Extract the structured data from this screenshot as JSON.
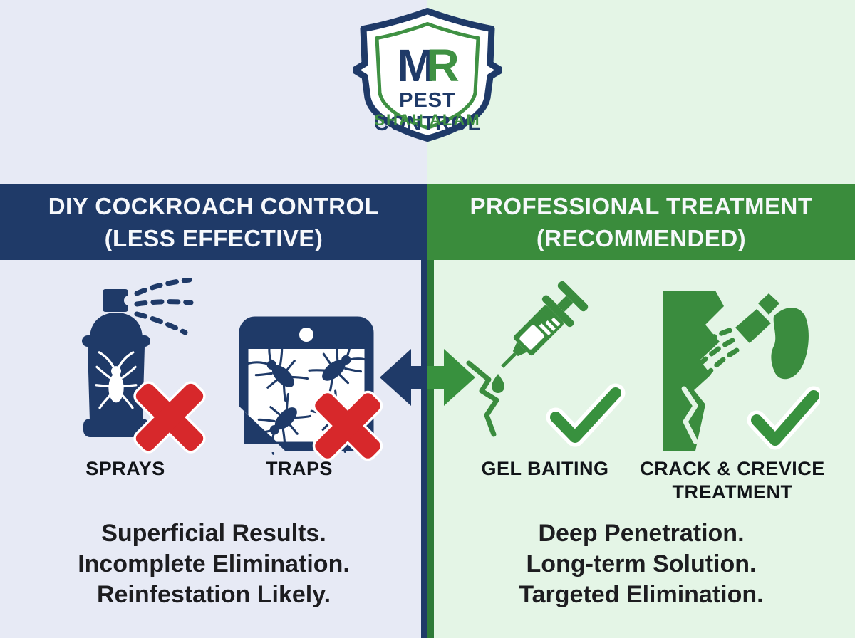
{
  "logo": {
    "monogram": {
      "m": "M",
      "r": "R"
    },
    "name": "PEST CONTROL",
    "location": "SHAH ALAM",
    "icon": "shield-badge-icon"
  },
  "columns": {
    "left": {
      "header": {
        "line1": "DIY COCKROACH CONTROL",
        "line2": "(LESS EFFECTIVE)"
      },
      "items": [
        {
          "label": "SPRAYS",
          "icon": "spray-can-icon",
          "verdict": "rejected",
          "verdict_icon": "red-x-icon"
        },
        {
          "label": "TRAPS",
          "icon": "glue-trap-icon",
          "verdict": "rejected",
          "verdict_icon": "red-x-icon"
        }
      ],
      "summary": [
        "Superficial Results.",
        "Incomplete Elimination.",
        "Reinfestation Likely."
      ]
    },
    "right": {
      "header": {
        "line1": "PROFESSIONAL TREATMENT",
        "line2": "(RECOMMENDED)"
      },
      "items": [
        {
          "label": "GEL BAITING",
          "icon": "gel-syringe-icon",
          "verdict": "approved",
          "verdict_icon": "green-check-icon"
        },
        {
          "label": "CRACK & CREVICE TREATMENT",
          "icon": "crack-crevice-spray-icon",
          "verdict": "approved",
          "verdict_icon": "green-check-icon"
        }
      ],
      "summary": [
        "Deep Penetration.",
        "Long-term Solution.",
        "Targeted Elimination."
      ]
    }
  },
  "center": {
    "icon": "left-right-arrows-icon"
  },
  "colors": {
    "navy": "#1f3a68",
    "green": "#3a8c3c",
    "divider_green": "#2e7a38",
    "left_background": "#e7eaf5",
    "right_background": "#e4f5e6",
    "red": "#d7282b",
    "text": "#1d1d20",
    "header_text": "#f6f8fb"
  }
}
